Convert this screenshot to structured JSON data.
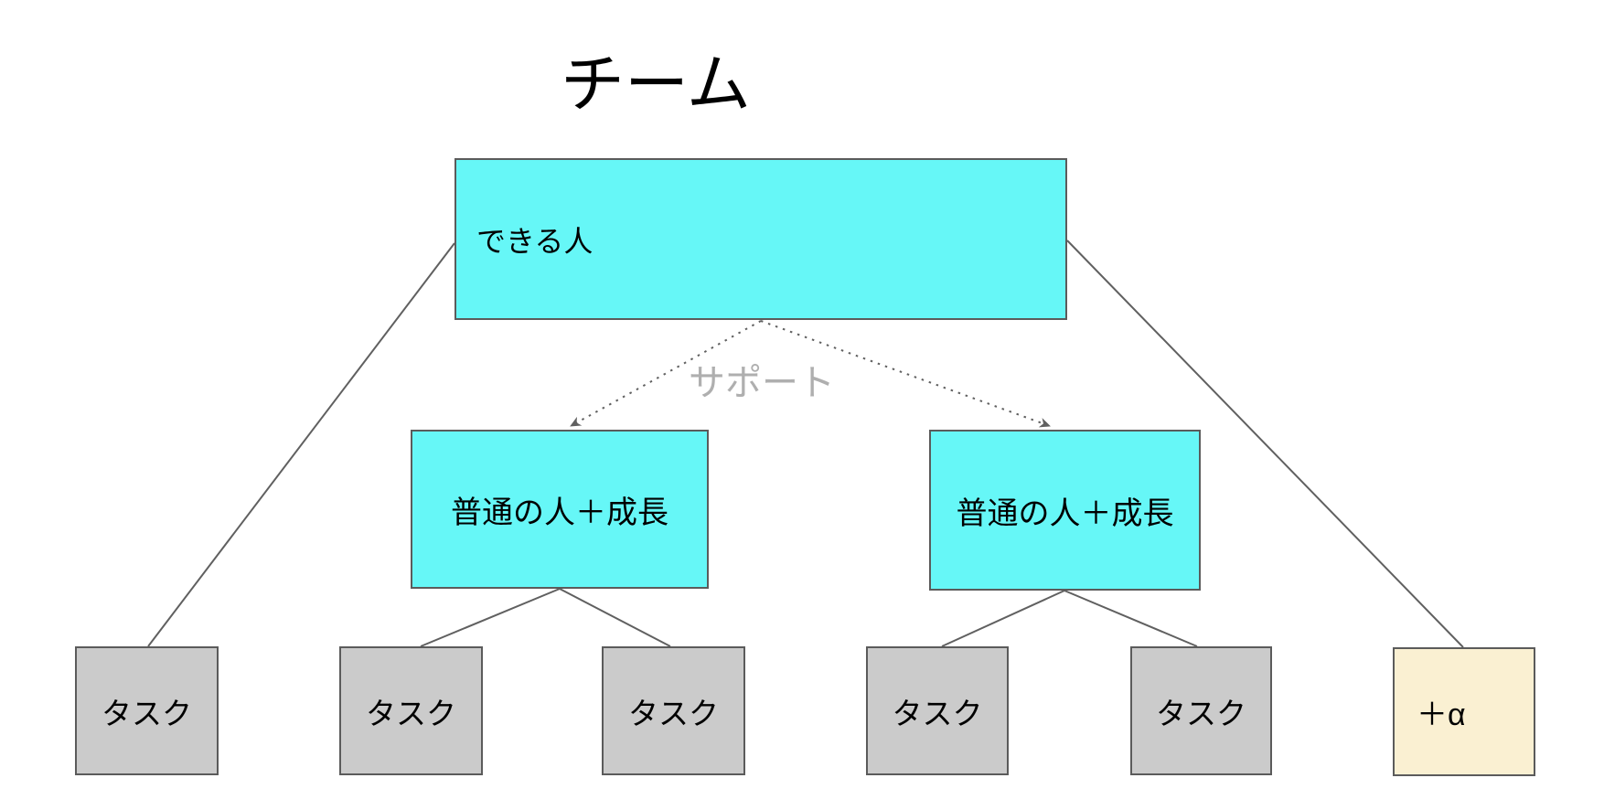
{
  "title": "チーム",
  "colors": {
    "node-cyan": "#66F7F7",
    "node-gray": "#CBCBCB",
    "node-cream": "#FAF0D2",
    "node-border": "#5B5B5B",
    "line": "#606060",
    "support-text": "#AFAFAF",
    "text": "#000000",
    "background": "#FFFFFF"
  },
  "diagram": {
    "root": {
      "label": "できる人"
    },
    "members": [
      {
        "label": "普通の人＋成長"
      },
      {
        "label": "普通の人＋成長"
      }
    ],
    "tasks": [
      {
        "label": "タスク"
      },
      {
        "label": "タスク"
      },
      {
        "label": "タスク"
      },
      {
        "label": "タスク"
      },
      {
        "label": "タスク"
      }
    ],
    "extra": {
      "label": "＋α"
    },
    "support_label": "サポート"
  }
}
